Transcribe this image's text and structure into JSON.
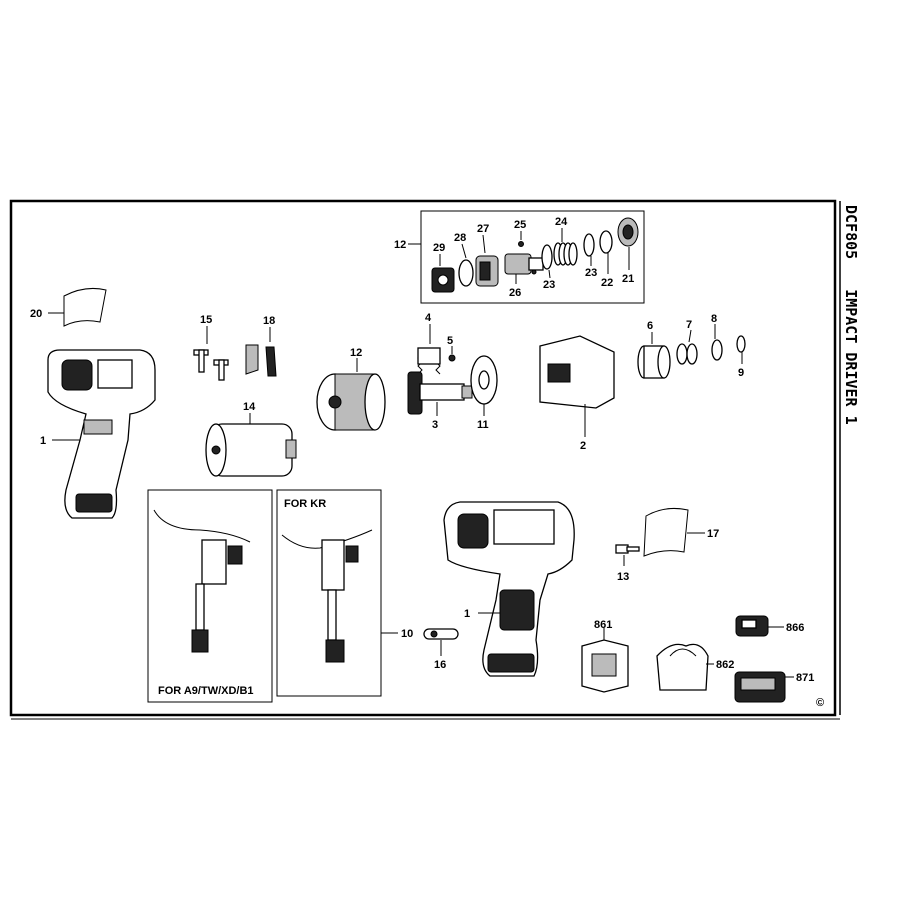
{
  "sheet": {
    "model": "DCF805",
    "title": "IMPACT DRIVER 1",
    "copyright": "©"
  },
  "callouts": [
    "1",
    "2",
    "3",
    "4",
    "5",
    "6",
    "7",
    "8",
    "9",
    "10",
    "11",
    "12",
    "13",
    "14",
    "15",
    "16",
    "17",
    "18",
    "20",
    "21",
    "22",
    "23",
    "24",
    "25",
    "26",
    "27",
    "28",
    "29",
    "861",
    "862",
    "866",
    "871"
  ],
  "panels": {
    "region_a9": "FOR A9/TW/XD/B1",
    "region_kr": "FOR KR"
  }
}
